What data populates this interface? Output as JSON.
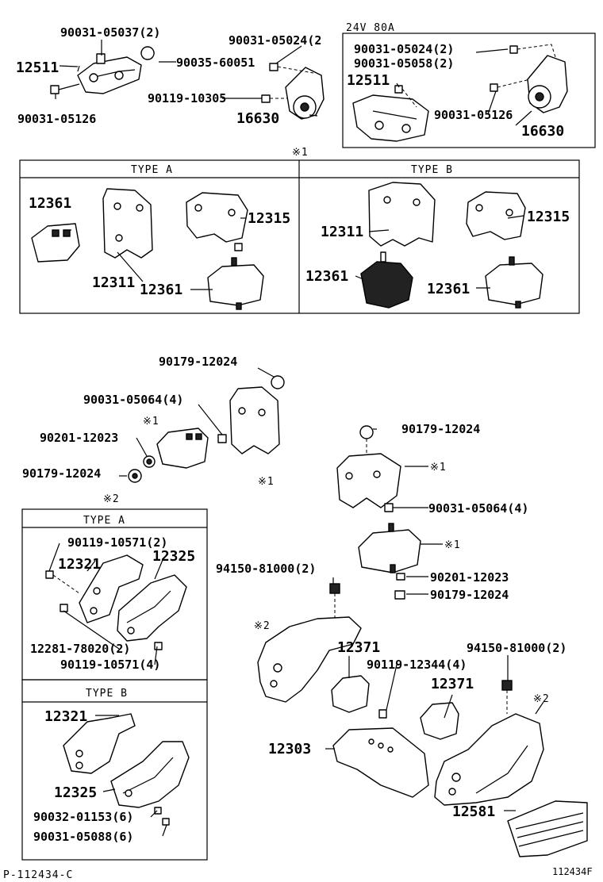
{
  "labels": {
    "l_90031_05037": "90031-05037(2)",
    "l_12511_a": "12511",
    "l_90035_60051": "90035-60051",
    "l_90031_05024_a": "90031-05024(2",
    "l_90031_05126_a": "90031-05126",
    "l_90119_10305": "90119-10305",
    "l_16630_a": "16630",
    "l_24v": "24V  80A",
    "l_90031_05024_b": "90031-05024(2)",
    "l_90031_05058": "90031-05058(2)",
    "l_12511_b": "12511",
    "l_90031_05126_b": "90031-05126",
    "l_16630_b": "16630",
    "l_note1_top": "※1",
    "l_type_a_1": "TYPE  A",
    "l_type_b_1": "TYPE  B",
    "l_12361_a": "12361",
    "l_12315_a": "12315",
    "l_12311_a": "12311",
    "l_12361_b": "12361",
    "l_12311_b": "12311",
    "l_12315_b": "12315",
    "l_12361_c": "12361",
    "l_12361_d": "12361",
    "l_90179_12024_a": "90179-12024",
    "l_90031_05064_a": "90031-05064(4)",
    "l_note1_a": "※1",
    "l_90201_12023_a": "90201-12023",
    "l_90179_12024_b": "90179-12024",
    "l_note1_b": "※1",
    "l_note2_a": "※2",
    "l_type_a_2": "TYPE  A",
    "l_90119_10571_a": "90119-10571(2)",
    "l_12321_a": "12321",
    "l_12325_a": "12325",
    "l_12281_78020": "12281-78020(2)",
    "l_90119_10571_b": "90119-10571(4)",
    "l_type_b_2": "TYPE  B",
    "l_12321_b": "12321",
    "l_12325_b": "12325",
    "l_90032_01153": "90032-01153(6)",
    "l_90031_05088": "90031-05088(6)",
    "l_90179_12024_c": "90179-12024",
    "l_note1_c": "※1",
    "l_90031_05064_b": "90031-05064(4)",
    "l_note1_d": "※1",
    "l_94150_81000_a": "94150-81000(2)",
    "l_90201_12023_b": "90201-12023",
    "l_90179_12024_d": "90179-12024",
    "l_note2_b": "※2",
    "l_12371_a": "12371",
    "l_90119_12344": "90119-12344(4)",
    "l_94150_81000_b": "94150-81000(2)",
    "l_12371_b": "12371",
    "l_note2_c": "※2",
    "l_12303": "12303",
    "l_12581": "12581",
    "l_page_code": "P-112434-C",
    "l_fig_code": "112434F"
  }
}
